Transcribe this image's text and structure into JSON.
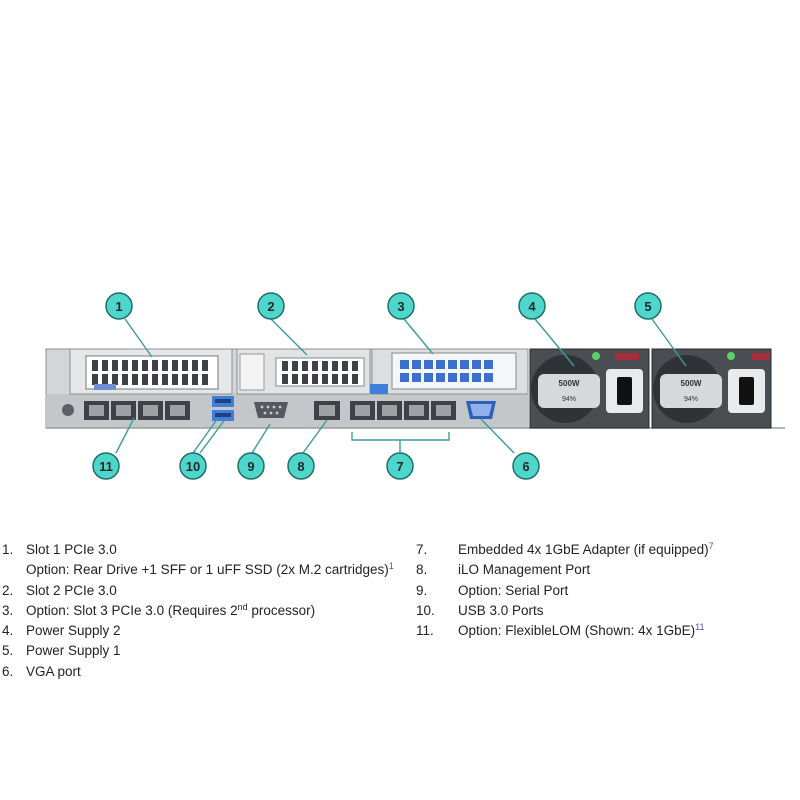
{
  "callouts": [
    "1",
    "2",
    "3",
    "4",
    "5",
    "6",
    "7",
    "8",
    "9",
    "10",
    "11"
  ],
  "psu": {
    "wattage": "500W",
    "efficiency": "94%"
  },
  "colors": {
    "callout_fill": "#4fd6cb",
    "callout_stroke": "#1f6e68",
    "leader_line": "#3a9d97",
    "chassis_body": "#c9cbcc",
    "chassis_dark": "#5c5f63",
    "blue_accent": "#3f7fd8"
  },
  "legend": {
    "left": [
      {
        "num": "1.",
        "text": "Slot 1 PCIe 3.0"
      },
      {
        "num": "",
        "text": "Option: Rear Drive +1 SFF or 1 uFF SSD (2x M.2 cartridges)",
        "sup": "1"
      },
      {
        "num": "2.",
        "text": "Slot 2 PCIe 3.0"
      },
      {
        "num": "3.",
        "text_before": "Option: Slot 3 PCIe 3.0 (Requires 2",
        "sup": "nd",
        "text_after": " processor)"
      },
      {
        "num": "4.",
        "text": "Power Supply 2"
      },
      {
        "num": "5.",
        "text": "Power Supply 1"
      },
      {
        "num": "6.",
        "text": "VGA port"
      }
    ],
    "right": [
      {
        "num": "7.",
        "text": "Embedded 4x 1GbE Adapter (if equipped)",
        "sup": "7"
      },
      {
        "num": "8.",
        "text": "iLO Management Port"
      },
      {
        "num": "9.",
        "text": "Option: Serial Port"
      },
      {
        "num": "10.",
        "text": "USB 3.0 Ports"
      },
      {
        "num": "11.",
        "text": "Option: FlexibleLOM (Shown: 4x 1GbE)",
        "sup": "11"
      }
    ]
  }
}
